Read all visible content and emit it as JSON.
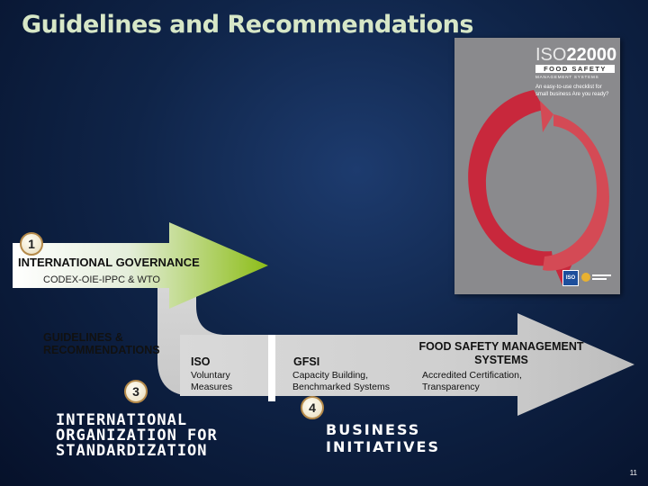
{
  "title": "Guidelines and Recommendations",
  "book": {
    "logo_prefix": "ISO",
    "logo_number": "22000",
    "bar_text": "FOOD SAFETY",
    "subbar_text": "MANAGEMENT SYSTEMS",
    "tagline": "An easy-to-use checklist for small business Are you ready?",
    "footer_logo": "ISO"
  },
  "governance": {
    "step": "1",
    "heading": "INTERNATIONAL GOVERNANCE",
    "subheading": "CODEX-OIE-IPPC & WTO"
  },
  "guidelines": {
    "heading": "GUIDELINES & RECOMMENDATIONS",
    "step": "3",
    "iso_label": "ISO",
    "iso_desc": "Voluntary Measures",
    "org_name": "INTERNATIONAL ORGANIZATION FOR STANDARDIZATION"
  },
  "gfsi": {
    "label": "GFSI",
    "desc": "Capacity Building, Benchmarked Systems",
    "step": "4"
  },
  "fsms": {
    "heading": "FOOD SAFETY MANAGEMENT SYSTEMS",
    "desc": "Accredited Certification, Transparency"
  },
  "business": {
    "label": "BUSINESS INITIATIVES"
  },
  "page_number": "11",
  "colors": {
    "title": "#d7e7c7",
    "arrow_green": "#94c11f",
    "arrow_gray": "#d3d3d3",
    "book_red": "#c8283c"
  }
}
